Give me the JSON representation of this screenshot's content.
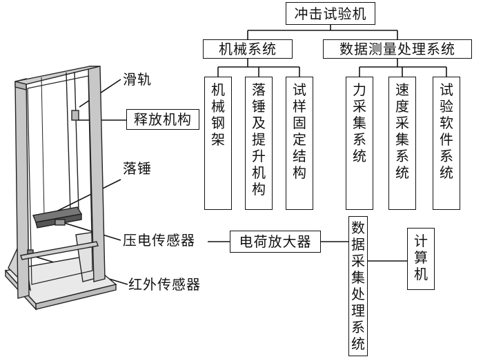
{
  "root": "冲击试验机",
  "level1": [
    "机械系统",
    "数据测量处理系统"
  ],
  "mechanical_items": [
    "机械钢架",
    "落锤及提升机构",
    "试样固定结构"
  ],
  "measurement_items": [
    "力采集系统",
    "速度采集系统",
    "试验软件系统"
  ],
  "apparatus_labels": {
    "rail": "滑轨",
    "release": "释放机构",
    "hammer": "落锤",
    "piezo": "压电传感器",
    "infrared": "红外传感器"
  },
  "flow": {
    "amplifier": "电荷放大器",
    "daq": "数据采集处理系统",
    "computer": "计算机"
  }
}
